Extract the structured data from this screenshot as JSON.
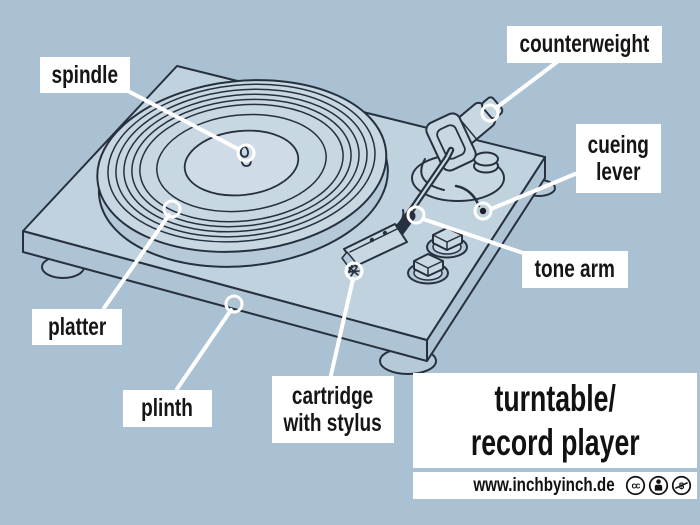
{
  "colors": {
    "background": "#a9c1d3",
    "outline": "#27303e",
    "illustration_fill": "#c8d8e3",
    "label_background": "#ffffff",
    "label_text": "#151515",
    "callout": "#ffffff"
  },
  "labels": {
    "spindle": {
      "text": "spindle"
    },
    "counterweight": {
      "text": "counterweight"
    },
    "cueing_lever": {
      "line1": "cueing",
      "line2": "lever"
    },
    "tone_arm": {
      "text": "tone arm"
    },
    "platter": {
      "text": "platter"
    },
    "plinth": {
      "text": "plinth"
    },
    "cartridge": {
      "line1": "cartridge",
      "line2": "with stylus"
    }
  },
  "title": {
    "line1": "turntable/",
    "line2": "record player"
  },
  "footer": {
    "website": "www.inchbyinch.de",
    "license_icons": [
      "cc-icon",
      "cc-by-icon",
      "cc-nc-icon"
    ],
    "cc_glyph": "cc",
    "nc_glyph": "$"
  }
}
